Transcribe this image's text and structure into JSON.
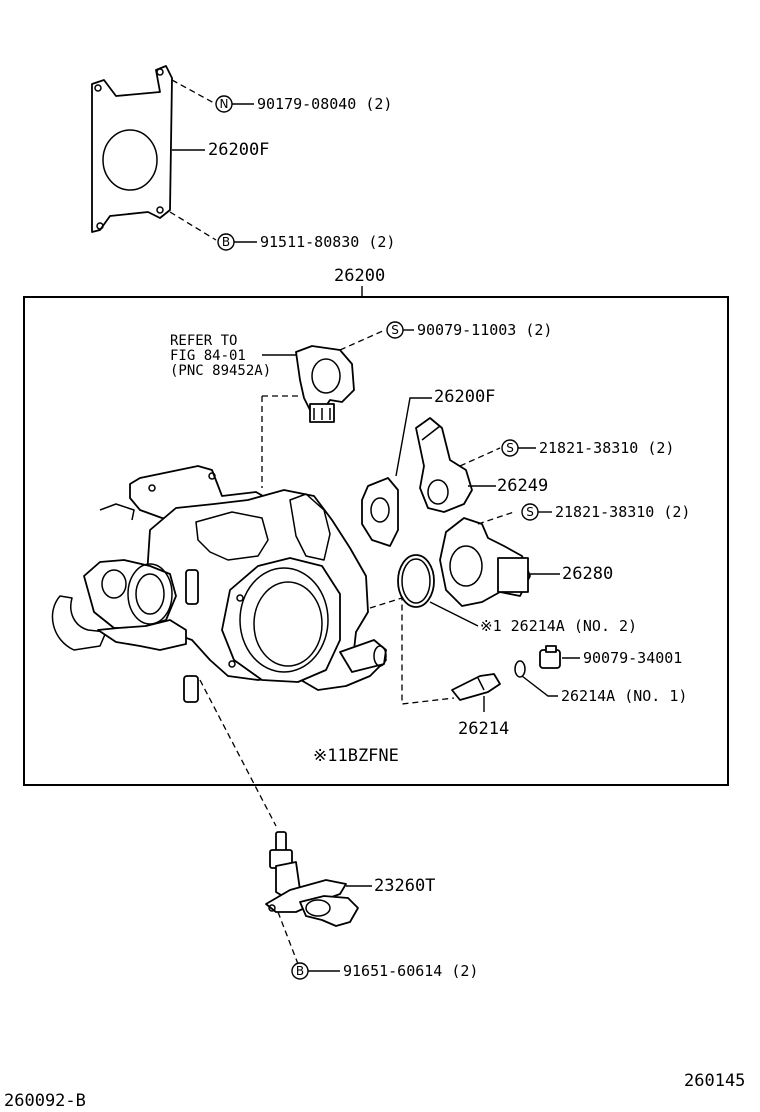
{
  "symbols": {
    "n": "N",
    "b": "B",
    "s": "S"
  },
  "labels": {
    "p90179": "90179-08040 (2)",
    "p26200F_top": "26200F",
    "p91511": "91511-80830 (2)",
    "p26200": "26200",
    "refer1": "REFER TO",
    "refer2": "FIG 84-01",
    "refer3": "(PNC 89452A)",
    "p90079_11003": "90079-11003 (2)",
    "p26200F_inner": "26200F",
    "p21821_a": "21821-38310 (2)",
    "p26249": "26249",
    "p21821_b": "21821-38310 (2)",
    "p26280": "26280",
    "p26214A_no2": "※1 26214A (NO. 2)",
    "p90079_34001": "90079-34001",
    "p26214A_no1": "26214A (NO. 1)",
    "p26214": "26214",
    "note": "※11BZFNE",
    "p23260T": "23260T",
    "p91651": "91651-60614 (2)",
    "corner_left": "260092-B",
    "corner_right": "260145"
  }
}
